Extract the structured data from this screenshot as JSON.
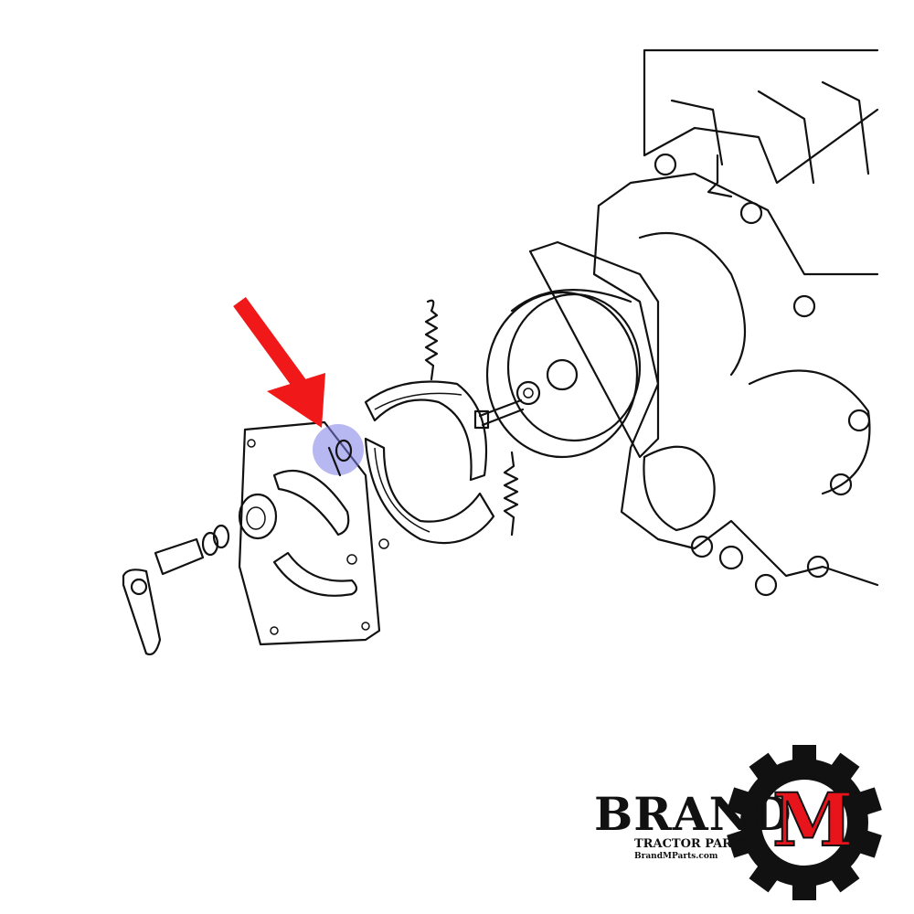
{
  "diagram": {
    "highlight_color": "#7b7be6",
    "arrow_color": "#f01818",
    "line_color": "#111111"
  },
  "logo": {
    "brand": "BRAND",
    "letter": "M",
    "tagline": "TRACTOR PARTS",
    "website": "BrandMParts.com",
    "letter_color": "#e8141c",
    "gear_color": "#111111"
  }
}
